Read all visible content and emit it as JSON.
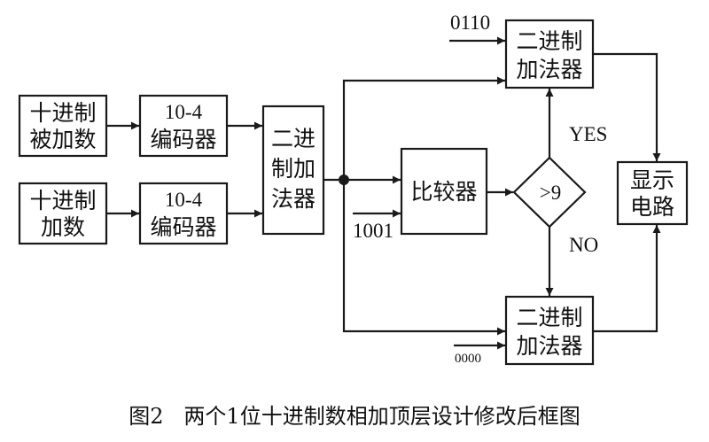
{
  "blocks": {
    "addend_input": [
      "十进制",
      "被加数"
    ],
    "augend_input": [
      "十进制",
      "加数"
    ],
    "encoder_top": [
      "10-4",
      "编码器"
    ],
    "encoder_bottom": [
      "10-4",
      "编码器"
    ],
    "adder_main": [
      "二进",
      "制加",
      "法器"
    ],
    "comparator": "比较器",
    "decision": ">9",
    "adder_upper": [
      "二进制",
      "加法器"
    ],
    "adder_lower": [
      "二进制",
      "加法器"
    ],
    "display": [
      "显示",
      "电路"
    ]
  },
  "constants": {
    "correction": "0110",
    "compare": "1001",
    "zero": "0000"
  },
  "branch_labels": {
    "yes": "YES",
    "no": "NO"
  },
  "caption": "图2   两个1位十进制数相加顶层设计修改后框图"
}
